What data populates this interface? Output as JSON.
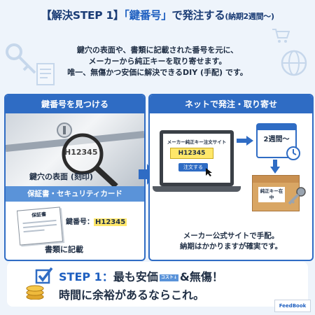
{
  "title": {
    "prefix": "【解決STEP 1】",
    "highlight": "「鍵番号」",
    "suffix": "で発注する",
    "note": "(納期2週間〜)"
  },
  "intro": {
    "line1": "鍵穴の表面や、書類に記載された番号を元に、",
    "line2": "メーカーから純正キーを取り寄せます。",
    "line3": "唯一、無傷かつ安価に解決できるDIY (手配) です。"
  },
  "left_panel": {
    "header": "鍵番号を見つける",
    "key_code": "H12345",
    "caption1": "鍵穴の表面 (刻印)",
    "subheader": "保証書・セキュリティカード",
    "doc_title": "保証書",
    "key_number_label": "鍵番号：",
    "key_number_value": "H12345",
    "caption2": "書類に記載"
  },
  "right_panel": {
    "header": "ネットで発注・取り寄せ",
    "site_title": "メーカー純正キー注文サイト",
    "input_value": "H12345",
    "order_button": "注文する",
    "calendar_label": "2週間〜",
    "box_label": "純正キー在中",
    "caption_line1": "メーカー公式サイトで手配。",
    "caption_line2": "納期はかかりますが確実です。"
  },
  "bottom": {
    "step": "STEP 1：",
    "text1": "最も安価",
    "badge": "コスト↓",
    "text2": "&無傷！",
    "text3": "時間に余裕があるならこれ。"
  },
  "brand": "FeedBook",
  "colors": {
    "primary": "#2f6cc4",
    "title_navy": "#1a3c75",
    "highlight_yellow": "#ffe76a"
  }
}
